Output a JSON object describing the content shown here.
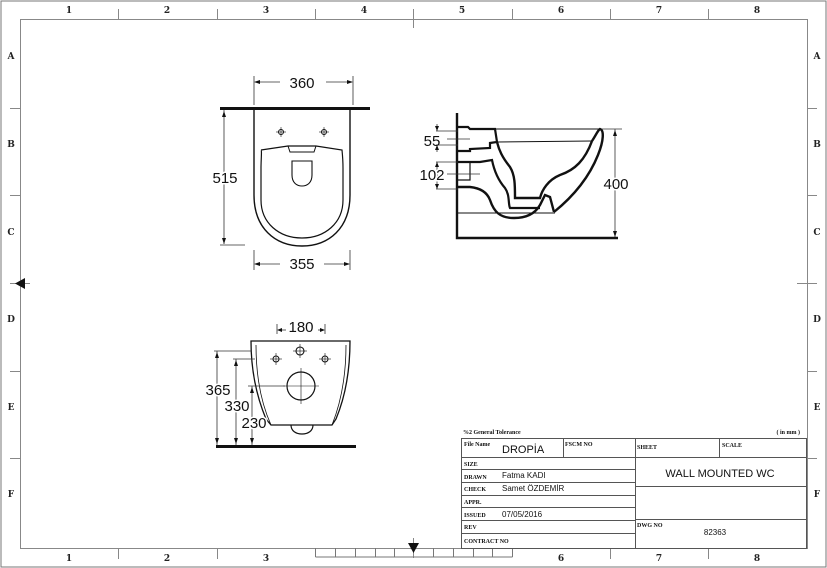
{
  "sheet": {
    "column_labels": [
      "1",
      "2",
      "3",
      "4",
      "5",
      "6",
      "7",
      "8"
    ],
    "row_labels": [
      "A",
      "B",
      "C",
      "D",
      "E",
      "F"
    ]
  },
  "views": {
    "top_view": {
      "dim_top_width": "360",
      "dim_depth": "515",
      "dim_bottom_width": "355"
    },
    "side_view": {
      "dim_upper_inlet": "55",
      "dim_outlet": "102",
      "dim_height": "400"
    },
    "rear_view": {
      "dim_hole_spacing": "180",
      "dim_height_365": "365",
      "dim_height_330": "330",
      "dim_height_230": "230"
    }
  },
  "title_block": {
    "tolerance": "%2 General Tolerance",
    "units": "( in mm )",
    "file_name_label": "File Name",
    "file_name_value": "DROPİA",
    "fscm_label": "FSCM NO",
    "size_label": "SIZE",
    "drawn_label": "DRAWN",
    "drawn_value": "Fatma KADI",
    "check_label": "CHECK",
    "check_value": "Samet ÖZDEMİR",
    "appr_label": "APPR.",
    "issued_label": "ISSUED",
    "issued_value": "07/05/2016",
    "rev_label": "REV",
    "contract_label": "CONTRACT NO",
    "sheet_label": "SHEET",
    "scale_label": "SCALE",
    "title_value": "WALL MOUNTED WC",
    "dwg_label": "DWG NO",
    "dwg_value": "82363"
  }
}
